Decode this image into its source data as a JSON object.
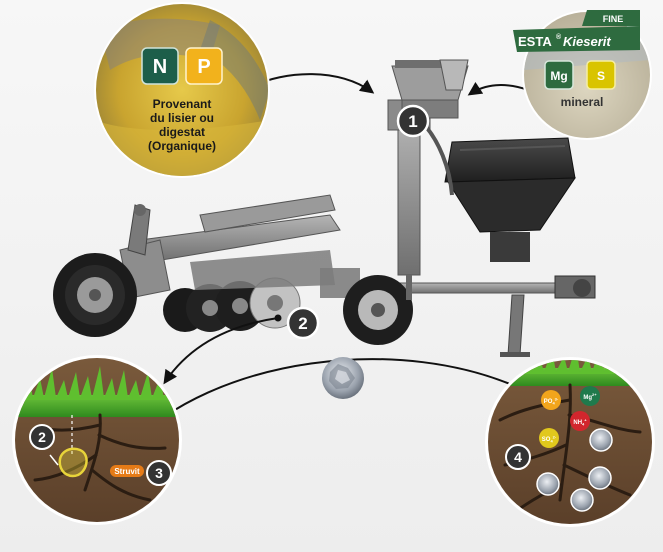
{
  "nutrients_circle": {
    "badge_n": "N",
    "badge_p": "P",
    "label_lines": [
      "Provenant",
      "du lisier ou",
      "digestat",
      "(Organique)"
    ],
    "badge_n_color": "#1d5e4a",
    "badge_p_color": "#f2b21c"
  },
  "kieserit_circle": {
    "tag_fine": "FINE",
    "brand_esta": "ESTA",
    "brand_reg": "®",
    "brand_kieserit": "Kieserit",
    "badge_mg": "Mg",
    "badge_s": "S",
    "label": "mineral",
    "brand_color": "#2e6b3f",
    "badge_mg_color": "#2e6b3f",
    "badge_s_color": "#d9c400"
  },
  "markers": {
    "hopper": "1",
    "disc": "2",
    "soil_left_placement": "2",
    "soil_left_reaction": "3",
    "soil_right": "4"
  },
  "soil_left": {
    "product_label": "Struvit",
    "product_color": "#e67b17"
  },
  "soil_right": {
    "ions": [
      {
        "formula": "PO",
        "sub": "4",
        "sup": "3-",
        "color": "#f2a51c"
      },
      {
        "formula": "Mg",
        "sub": "",
        "sup": "2+",
        "color": "#1f7a4c"
      },
      {
        "formula": "NH",
        "sub": "4",
        "sup": "+",
        "color": "#d2262d"
      },
      {
        "formula": "SO",
        "sub": "4",
        "sup": "2-",
        "color": "#e1c81c"
      }
    ]
  },
  "icons": [
    "crystal-icon",
    "root-icon",
    "grass-icon"
  ]
}
